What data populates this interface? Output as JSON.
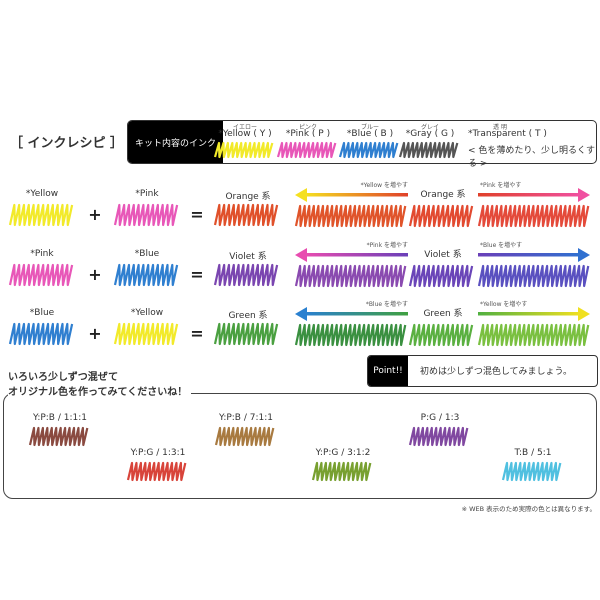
{
  "title": "［ インクレシピ ］",
  "kit": {
    "label": "キット内容のインク",
    "inks": [
      {
        "kana": "イエロー",
        "name": "*Yellow ( Y )",
        "color": "#f2ea2a"
      },
      {
        "kana": "ピンク",
        "name": "*Pink ( P )",
        "color": "#e857b8"
      },
      {
        "kana": "ブルー",
        "name": "*Blue ( B )",
        "color": "#2f7fd0"
      },
      {
        "kana": "グレイ",
        "name": "*Gray ( G )",
        "color": "#555555"
      }
    ],
    "transparent": {
      "kana": "透 明",
      "name": "*Transparent ( T )",
      "note": "< 色を薄めたり、少し明るくする >"
    }
  },
  "mixes": [
    {
      "a": "*Yellow",
      "a_color": "#f2ea2a",
      "b": "*Pink",
      "b_color": "#e857b8",
      "result": "Orange 系",
      "result_color": "#e0502a",
      "left_note": "*Yellow を増やす",
      "right_note": "*Pink を増やす",
      "left_grad": [
        "#f5e020",
        "#e0402a"
      ],
      "right_grad": [
        "#e0402a",
        "#f050a0"
      ],
      "swatches": [
        "#e0542a",
        "#e24a30",
        "#e44a3a"
      ]
    },
    {
      "a": "*Pink",
      "a_color": "#e857b8",
      "b": "*Blue",
      "b_color": "#2f7fd0",
      "result": "Violet 系",
      "result_color": "#7a45b0",
      "left_note": "*Pink を増やす",
      "right_note": "*Blue を増やす",
      "left_grad": [
        "#e84cb0",
        "#6a40b8"
      ],
      "right_grad": [
        "#6a40b8",
        "#3070d0"
      ],
      "swatches": [
        "#8a4ab0",
        "#6a45b8",
        "#5a50c0"
      ]
    },
    {
      "a": "*Blue",
      "a_color": "#2f7fd0",
      "b": "*Yellow",
      "b_color": "#f2ea2a",
      "result": "Green 系",
      "result_color": "#4aa040",
      "left_note": "*Blue を増やす",
      "right_note": "*Yellow を増やす",
      "left_grad": [
        "#2a80d0",
        "#40a040"
      ],
      "right_grad": [
        "#50b040",
        "#f0e020"
      ],
      "swatches": [
        "#3a9040",
        "#5ab040",
        "#7ac040"
      ]
    }
  ],
  "plus": "+",
  "equals": "=",
  "point": {
    "label": "Point!!",
    "text": "初めは少しずつ混色してみましょう。"
  },
  "invite": [
    "いろいろ少しずつ混ぜて",
    "オリジナル色を作ってみてくださいね！"
  ],
  "recipes": [
    {
      "label": "Y:P:B / 1:1:1",
      "color": "#8a4a40"
    },
    {
      "label": "Y:P:G / 1:3:1",
      "color": "#d8443a"
    },
    {
      "label": "Y:P:B / 7:1:1",
      "color": "#a87a40"
    },
    {
      "label": "Y:P:G / 3:1:2",
      "color": "#78a030"
    },
    {
      "label": "P:G / 1:3",
      "color": "#8048a0"
    },
    {
      "label": "T:B / 5:1",
      "color": "#50c0e0"
    }
  ],
  "footnote": "※ WEB 表示のため実際の色とは異なります。"
}
